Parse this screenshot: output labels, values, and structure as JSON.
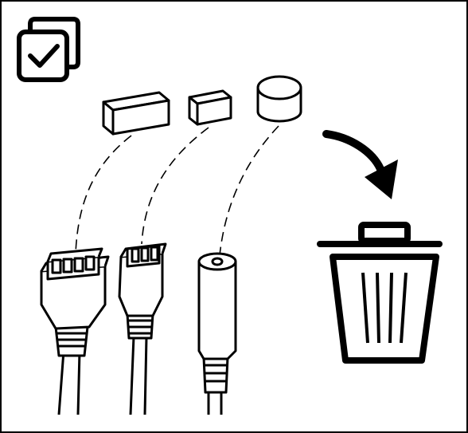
{
  "figure": {
    "kind": "instruction-illustration",
    "stroke_color": "#000000",
    "background": "#ffffff",
    "icons": {
      "checklist": "checklist-icon",
      "arrow": "curved-arrow-icon",
      "trash": "trash-can-icon"
    },
    "caps": [
      "wide-rectangular-cap",
      "small-rectangular-cap",
      "round-cap"
    ],
    "connectors": [
      "four-pin-connector",
      "three-pin-connector",
      "round-jack-connector"
    ]
  }
}
